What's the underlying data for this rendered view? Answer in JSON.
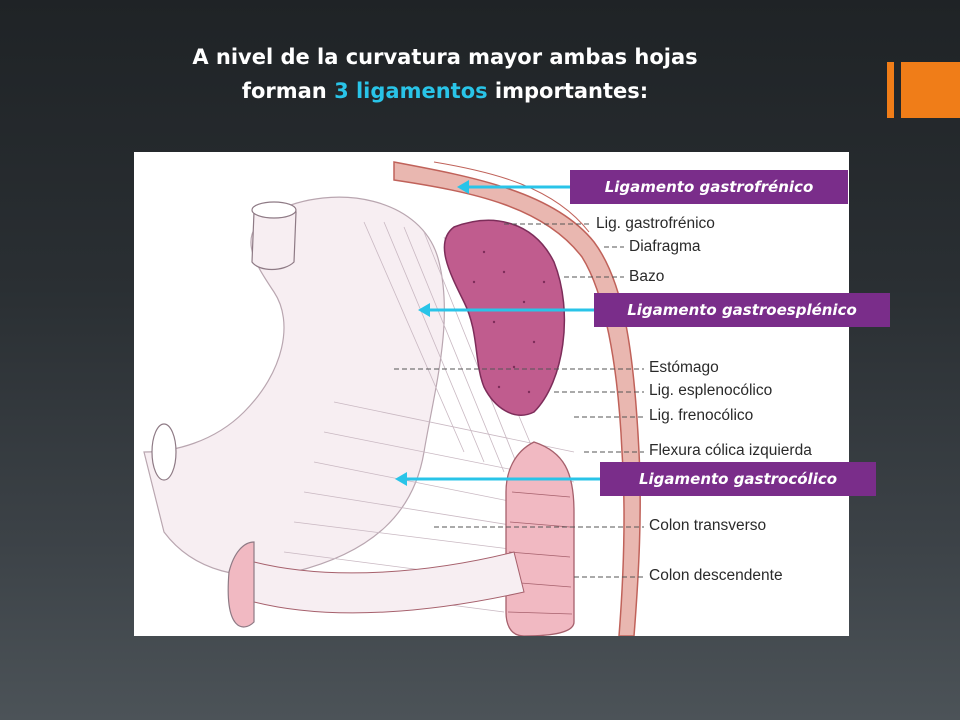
{
  "slide": {
    "title_line1": "A nivel de la curvatura mayor ambas hojas",
    "title_line2_pre": "forman ",
    "title_line2_accent": "3 ligamentos",
    "title_line2_post": " importantes:",
    "accent_color": "#29c4e8",
    "deco_color": "#f07d18"
  },
  "figure": {
    "labels": [
      "Lig. gastrofrénico",
      "Diafragma",
      "Bazo",
      "Estómago",
      "Lig. esplenocólico",
      "Lig. frenocólico",
      "Flexura cólica izquierda",
      "Colon transverso",
      "Colon descendente"
    ]
  },
  "callouts": {
    "gastrofrenico": "Ligamento gastrofrénico",
    "gastroesplenico": "Ligamento gastroesplénico",
    "gastrocolico": "Ligamento gastrocólico",
    "color": "#7a2d8a",
    "arrow_color": "#29c4e8"
  }
}
